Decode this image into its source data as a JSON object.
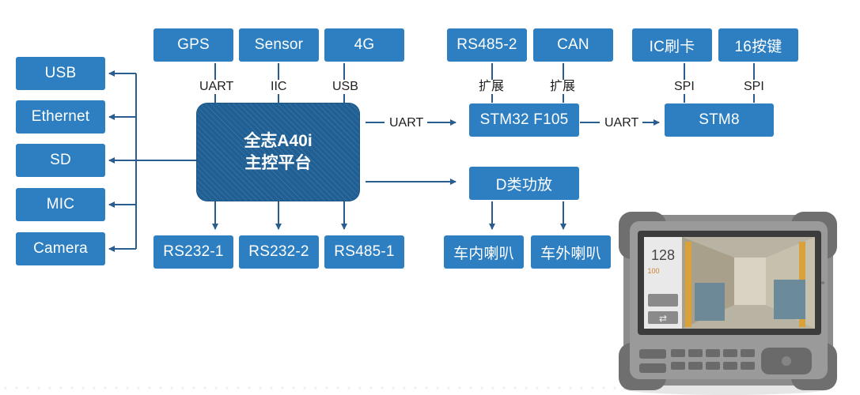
{
  "core": {
    "line1": "全志A40i",
    "line2": "主控平台"
  },
  "top_modules": [
    {
      "label": "GPS",
      "bus": "UART"
    },
    {
      "label": "Sensor",
      "bus": "IIC"
    },
    {
      "label": "4G",
      "bus": "USB"
    }
  ],
  "left_interfaces": [
    "USB",
    "Ethernet",
    "SD",
    "MIC",
    "Camera"
  ],
  "bottom_modules": [
    "RS232-1",
    "RS232-2",
    "RS485-1"
  ],
  "mcu": {
    "stm32": "STM32 F105",
    "stm8": "STM8",
    "link_core_stm32": "UART",
    "link_stm32_stm8": "UART",
    "stm32_children": [
      {
        "label": "RS485-2",
        "bus": "扩展"
      },
      {
        "label": "CAN",
        "bus": "扩展"
      }
    ],
    "stm8_children": [
      {
        "label": "IC刷卡",
        "bus": "SPI"
      },
      {
        "label": "16按键",
        "bus": "SPI"
      }
    ]
  },
  "audio": {
    "amp": "D类功放",
    "speakers": [
      "车内喇叭",
      "车外喇叭"
    ]
  },
  "device_screen": {
    "number": "128",
    "sub": "100"
  },
  "colors": {
    "box": "#2d7fc1",
    "core": "#1f5f94",
    "line": "#2a5d8f"
  }
}
